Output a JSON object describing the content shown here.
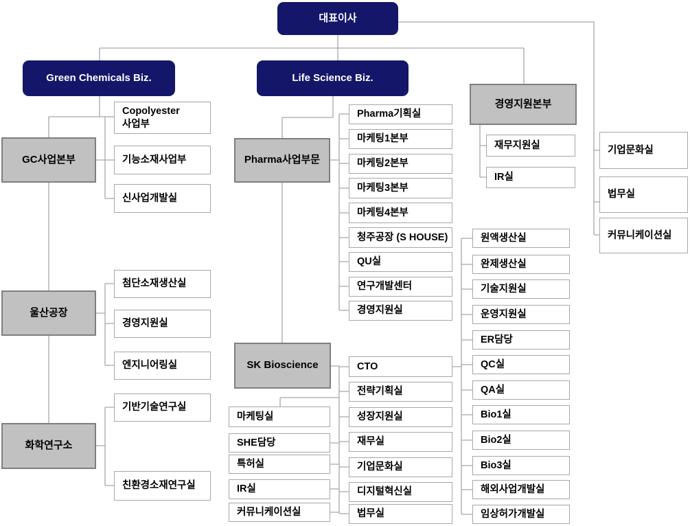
{
  "org_chart": {
    "root": {
      "label": "대표이사"
    },
    "biz_units": [
      {
        "label": "Green Chemicals Biz."
      },
      {
        "label": "Life Science Biz."
      }
    ],
    "green_chemicals": {
      "gc_division": {
        "label": "GC사업본부",
        "children": [
          "Copolyester\n사업부",
          "기능소재사업부",
          "신사업개발실"
        ]
      },
      "ulsan_plant": {
        "label": "울산공장",
        "children": [
          "첨단소재생산실",
          "경영지원실",
          "엔지니어링실"
        ]
      },
      "chemical_research_lab": {
        "label": "화학연구소",
        "children": [
          "기반기술연구실",
          "친환경소재연구실"
        ]
      }
    },
    "life_science": {
      "pharma_division": {
        "label": "Pharma사업부문",
        "children": [
          "Pharma기획실",
          "마케팅1본부",
          "마케팅2본부",
          "마케팅3본부",
          "마케팅4본부",
          "청주공장 (S HOUSE)",
          "QU실",
          "연구개발센터",
          "경영지원실"
        ]
      },
      "sk_bioscience": {
        "label": "SK Bioscience",
        "left_children": [
          "마케팅실",
          "SHE담당",
          "특허실",
          "IR실",
          "커뮤니케이션실"
        ],
        "right_children": [
          "CTO",
          "전략기획실",
          "성장지원실",
          "재무실",
          "기업문화실",
          "디지털혁신실",
          "법무실"
        ],
        "cto_children": [
          "원액생산실",
          "완제생산실",
          "기술지원실",
          "운영지원실",
          "ER담당",
          "QC실",
          "QA실",
          "Bio1실",
          "Bio2실",
          "Bio3실",
          "해외사업개발실",
          "임상허가개발실"
        ]
      }
    },
    "management_support": {
      "label": "경영지원본부",
      "children": [
        "재무지원실",
        "IR실"
      ]
    },
    "staff_offices": [
      "기업문화실",
      "법무실",
      "커뮤니케이션실"
    ],
    "colors": {
      "navy_box": "#14166a",
      "gray_box_fill": "#c1c1c1",
      "gray_box_border": "#7e7e7e",
      "white_box_border": "#a6a6a6",
      "connector_line": "#a6a6a6"
    }
  }
}
